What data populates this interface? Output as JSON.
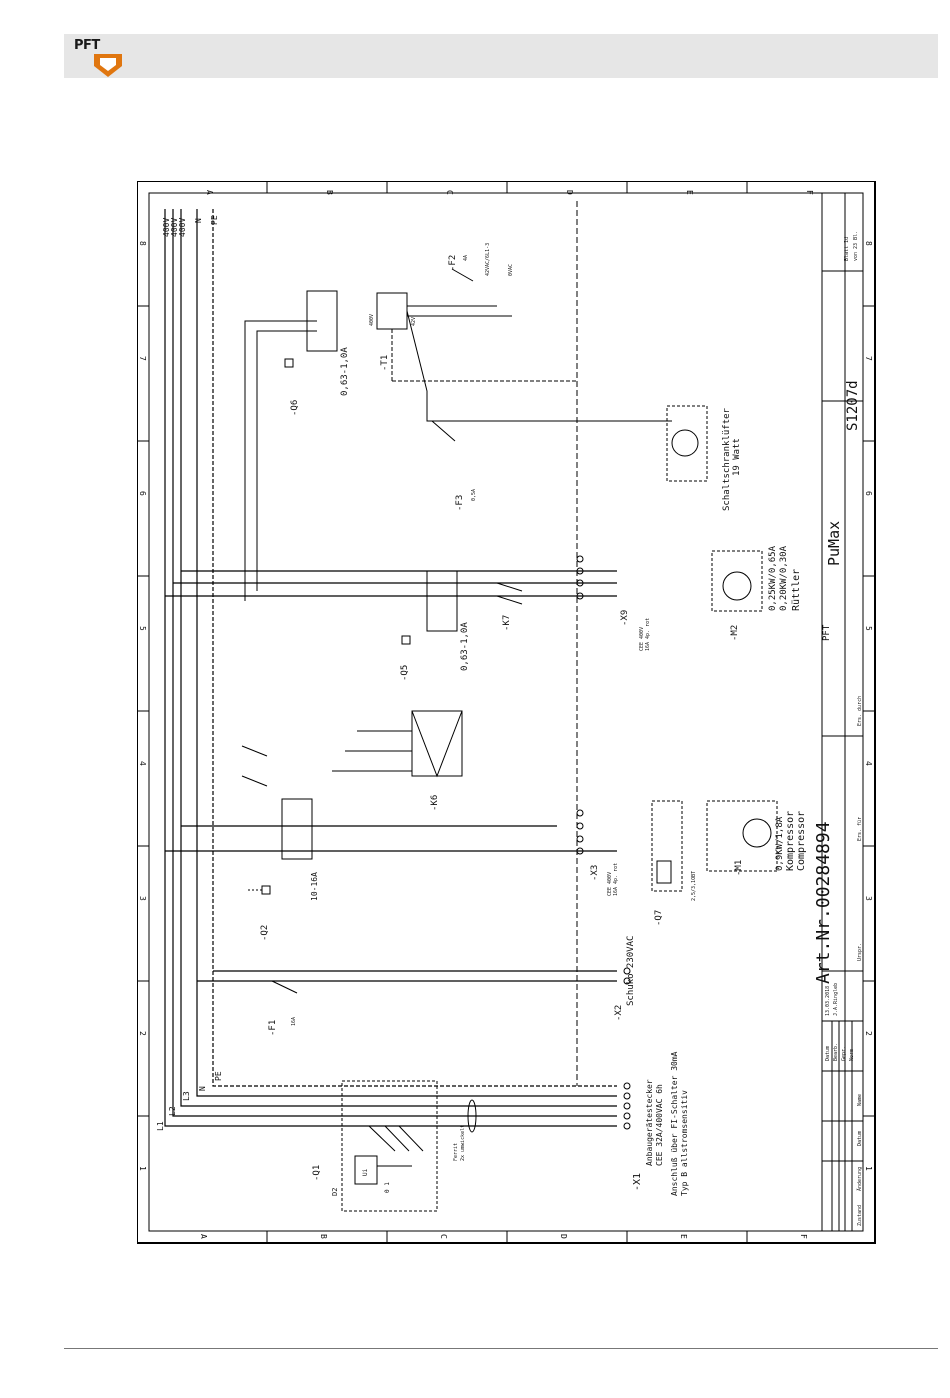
{
  "header": {
    "logo_text": "PFT",
    "brand_color": "#e0760f",
    "band_color": "#e6e6e6"
  },
  "grid": {
    "columns": [
      "1",
      "2",
      "3",
      "4",
      "5",
      "6",
      "7",
      "8"
    ],
    "rows": [
      "A",
      "B",
      "C",
      "D",
      "E",
      "F"
    ]
  },
  "supply": {
    "v1": "400V",
    "v2": "400V",
    "v3": "400V",
    "n": "N",
    "pe": "PE",
    "l1": "L1",
    "l2": "L2",
    "l3": "L3"
  },
  "devices": {
    "q1": "-Q1",
    "d2": "D2",
    "ui": "Ui",
    "q1_sw": "0 1",
    "x1": "-X1",
    "x1_desc1": "Anbaugerätestecker",
    "x1_desc2": "CEE 32A/400VAC 6h",
    "fi1": "Anschluß über FI-Schalter 30mA",
    "fi2": "Typ B allstromsensitiv",
    "ferrit1": "Ferrit",
    "ferrit2": "2x umwickelt",
    "f1": "-F1",
    "f1_rating": "16A",
    "x2": "-X2",
    "x2_desc": "Schuko 230VAC",
    "q2": "-Q2",
    "q2_rating": "10-16A",
    "x3": "-X3",
    "x3_desc1": "CEE 400V",
    "x3_desc2": "16A 4p. rot",
    "q7": "-Q7",
    "q7_rating": "2,5/3,1OBT",
    "m1": "-M1",
    "m1_rating": "0,9KW/1,8A",
    "m1_de": "Kompressor",
    "m1_en": "Compressor",
    "k6": "-K6",
    "q5": "-Q5",
    "q5_rating": "0,63-1,0A",
    "k7": "-K7",
    "x9": "-X9",
    "x9_desc1": "CEE 400V",
    "x9_desc2": "16A 4p. rot",
    "m2": "-M2",
    "m2_r1": "0,25KW/0,65A",
    "m2_r2": "0,20KW/0,30A",
    "m2_name": "Rüttler",
    "f3": "-F3",
    "f3_rating": "0,5A",
    "fan1": "Schaltschranklüfter",
    "fan2": "19 Watt",
    "t1": "-T1",
    "t1_prim": "400V",
    "t1_sec": "42V",
    "q6": "-Q6",
    "q6_rating": "0,63-1,0A",
    "f2": "-F2",
    "f2_rating": "4A",
    "f2_out": "42VAC/6L1-3",
    "out_0v": "0VAC"
  },
  "title_block": {
    "art_nr": "Art.Nr.00284894",
    "product": "PuMax",
    "drawing_no": "S1207d",
    "pft_small": "PFT",
    "datum_label": "Datum",
    "datum_value": "13.03.2018",
    "bearb_label": "Bearb.",
    "bearb_value": "J.A.Ringleb",
    "gepr_label": "Gepr.",
    "norm_label": "Norm",
    "aenderung_label": "Änderung",
    "datum2_label": "Datum",
    "name_label": "Name",
    "zustand_label": "Zustand",
    "urspr_label": "Urspr.",
    "ers_fuer_label": "Ers. für",
    "ers_durch_label": "Ers. durch",
    "blatt_label": "Blatt 1d",
    "von_label": "von 23 Bl."
  }
}
